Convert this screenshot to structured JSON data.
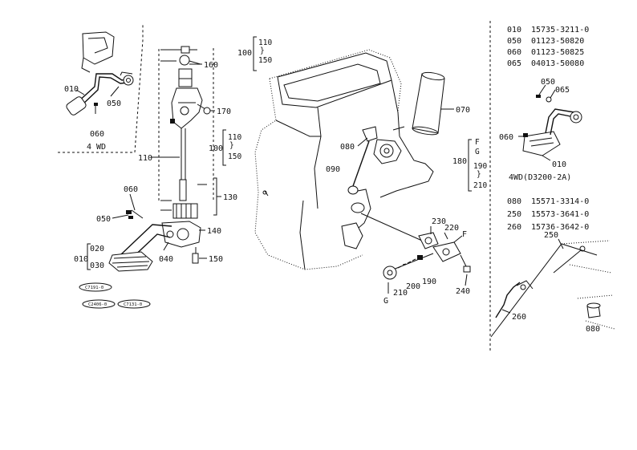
{
  "callouts": {
    "c010": "010",
    "c050": "050",
    "c060": "060",
    "c4wd": "4 WD",
    "c160": "160",
    "c170": "170",
    "c110": "110",
    "c100a": "100",
    "c110a": "110",
    "c150a": "150",
    "c100b": "100",
    "c110b": "110",
    "c150b": "150",
    "c130": "130",
    "c060b": "060",
    "c050b": "050",
    "c140": "140",
    "c020": "020",
    "c010b": "010",
    "c030": "030",
    "c040": "040",
    "c150": "150",
    "c070": "070",
    "c080": "080",
    "c090": "090",
    "c180": "180",
    "cF": "F",
    "cG": "G",
    "c190": "190",
    "c210": "210",
    "c230": "230",
    "c220": "220",
    "cF2": "F",
    "c240": "240",
    "c190b": "190",
    "c200": "200",
    "c210b": "210",
    "cG2": "G",
    "c050c": "050",
    "c065": "065",
    "c060c": "060",
    "c010c": "010",
    "c4wd2": "4WD(D3200-2A)",
    "c250": "250",
    "c260": "260",
    "c080b": "080"
  },
  "part_table_1": [
    {
      "ref": "010",
      "part": "15735-3211-0"
    },
    {
      "ref": "050",
      "part": "01123-50820"
    },
    {
      "ref": "060",
      "part": "01123-50825"
    },
    {
      "ref": "065",
      "part": "04013-50080"
    }
  ],
  "part_table_2": [
    {
      "ref": "080",
      "part": "15571-3314-0"
    },
    {
      "ref": "250",
      "part": "15573-3641-0"
    },
    {
      "ref": "260",
      "part": "15736-3642-0"
    }
  ],
  "ovals": {
    "o1": "C7191-0",
    "o2": "C2406-0",
    "o3": "C7131-0"
  }
}
